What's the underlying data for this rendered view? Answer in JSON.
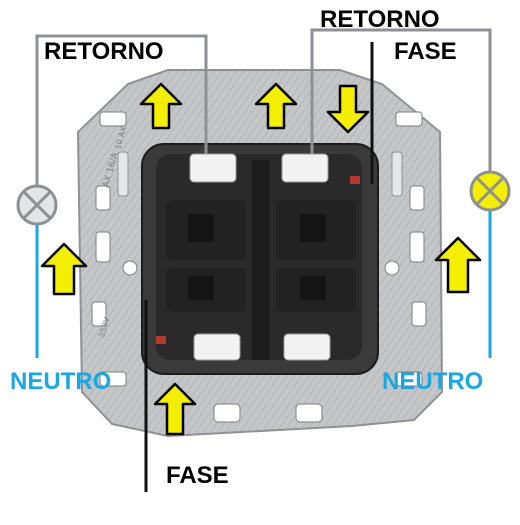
{
  "labels": {
    "retorno_left": "RETORNO",
    "retorno_right": "RETORNO",
    "fase_top": "FASE",
    "fase_bottom": "FASE",
    "neutro_left": "NEUTRO",
    "neutro_right": "NEUTRO"
  },
  "plate_markings": {
    "model_code": "AX 16/A",
    "rating": "10 AX",
    "voltage": "250V"
  },
  "colors": {
    "wire_gray": "#8e9094",
    "wire_black": "#111111",
    "wire_blue": "#1aa7e6",
    "arrow_fill": "#f4ee00",
    "lamp_off": "#8e9094",
    "lamp_on": "#f4ee00",
    "plate": "#c4c6c8",
    "switch_body": "#2a2a2a"
  },
  "lamps": [
    {
      "side": "left",
      "state": "off"
    },
    {
      "side": "right",
      "state": "on"
    }
  ],
  "arrows": [
    {
      "id": "top-left",
      "direction": "up"
    },
    {
      "id": "top-middle",
      "direction": "up"
    },
    {
      "id": "top-right",
      "direction": "down"
    },
    {
      "id": "left",
      "direction": "up"
    },
    {
      "id": "right",
      "direction": "up"
    },
    {
      "id": "bottom",
      "direction": "up"
    }
  ]
}
